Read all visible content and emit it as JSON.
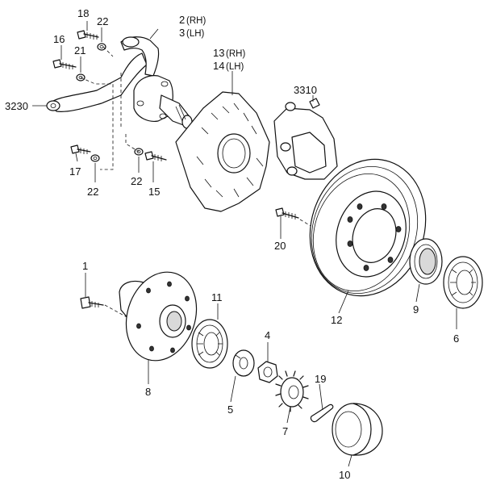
{
  "labels": {
    "p1": "1",
    "p2": "2",
    "p2_side": "(RH)",
    "p3": "3",
    "p3_side": "(LH)",
    "p4": "4",
    "p5": "5",
    "p6": "6",
    "p7": "7",
    "p8": "8",
    "p9": "9",
    "p10": "10",
    "p11": "11",
    "p12": "12",
    "p13": "13",
    "p13_side": "(RH)",
    "p14": "14",
    "p14_side": "(LH)",
    "p15": "15",
    "p16": "16",
    "p17": "17",
    "p18": "18",
    "p19": "19",
    "p20": "20",
    "p21": "21",
    "p22a": "22",
    "p22b": "22",
    "p22c": "22",
    "p3230": "3230",
    "p3310": "3310"
  }
}
